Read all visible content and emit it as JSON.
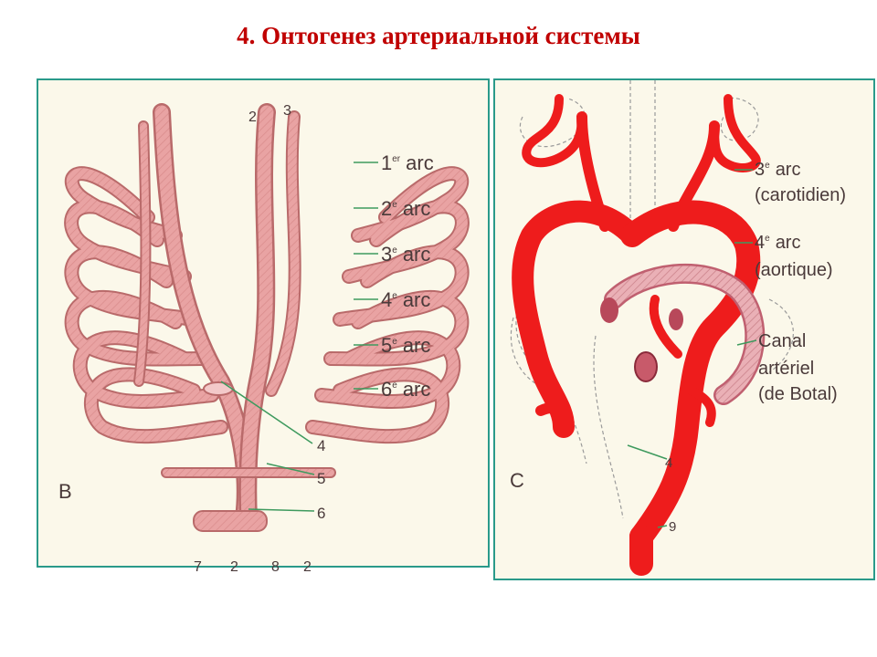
{
  "title": "4. Онтогенез артериальной системы",
  "colors": {
    "title": "#c00000",
    "panel_border": "#2a9a8a",
    "panel_bg": "#fbf8ea",
    "embryo_vessel": "#e9a3a3",
    "embryo_vessel_edge": "#b96a6a",
    "adult_vessel": "#ee1c1c",
    "ductus": "#e7a0a8",
    "leader_line": "#3e9a5e"
  },
  "panel_b": {
    "letter": "B",
    "top_labels": [
      "2",
      "3"
    ],
    "arch_labels": [
      {
        "num": "1",
        "sup": "er",
        "word": "arc"
      },
      {
        "num": "2",
        "sup": "e",
        "word": "arc"
      },
      {
        "num": "3",
        "sup": "e",
        "word": "arc"
      },
      {
        "num": "4",
        "sup": "e",
        "word": "arc"
      },
      {
        "num": "5",
        "sup": "e",
        "word": "arc"
      },
      {
        "num": "6",
        "sup": "e",
        "word": "arc"
      }
    ],
    "side_labels": [
      "4",
      "5",
      "6"
    ],
    "bottom_labels": [
      "7",
      "2",
      "8",
      "2"
    ]
  },
  "panel_c": {
    "letter": "C",
    "labels": {
      "arc3_line1": "3",
      "arc3_sup": "e",
      "arc3_word": "arc",
      "arc3_line2": "(carotidien)",
      "arc4_line1": "4",
      "arc4_sup": "e",
      "arc4_word": "arc",
      "arc4_line2": "(aortique)",
      "canal_line1": "Canal",
      "canal_line2": "artériel",
      "canal_line3": "(de Botal)",
      "num4": "4",
      "num9": "9"
    }
  }
}
